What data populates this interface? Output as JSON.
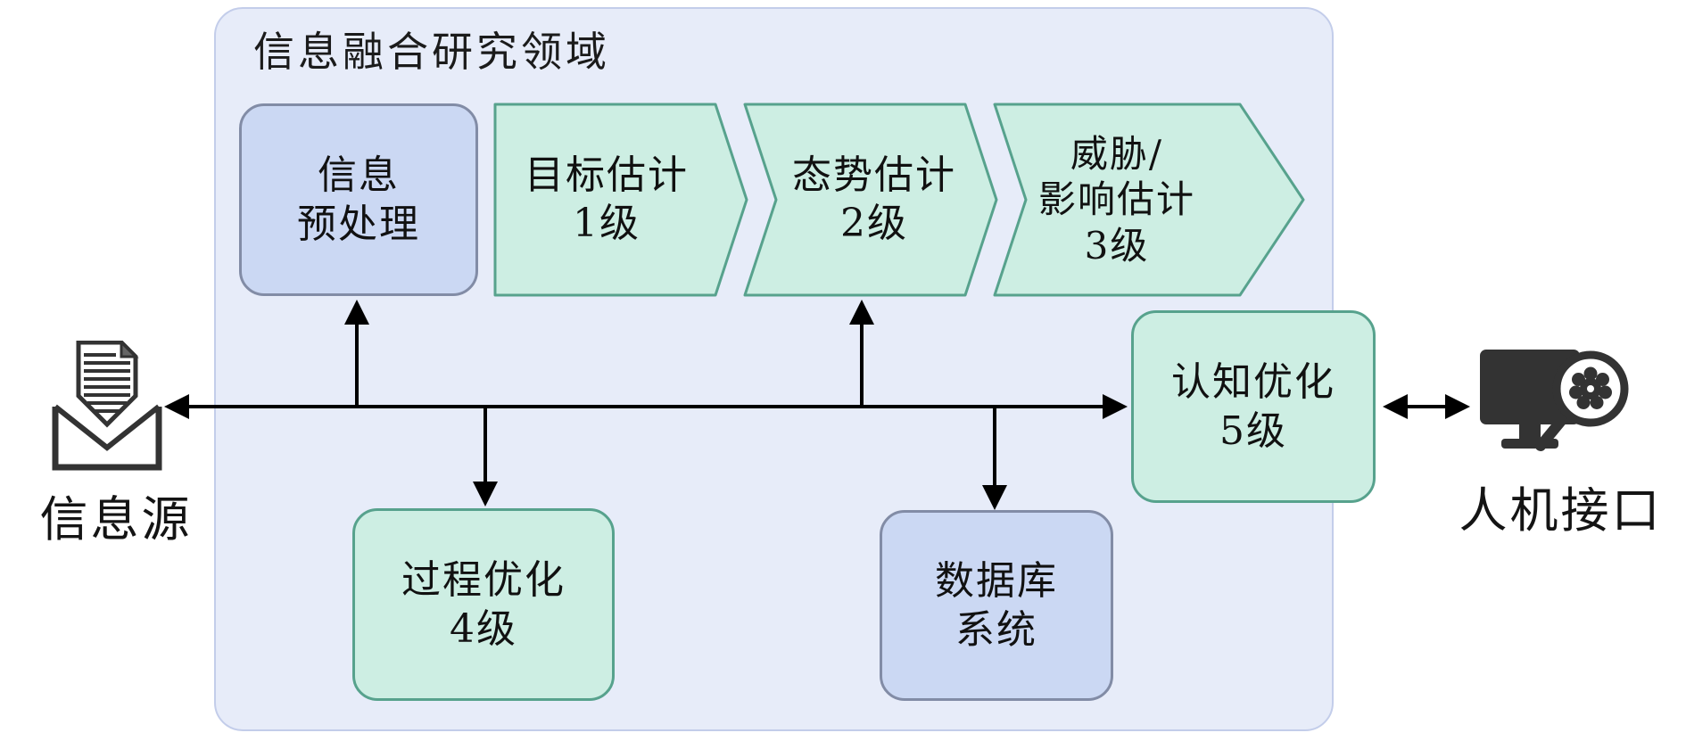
{
  "diagram": {
    "title": "信息融合研究领域",
    "nodes": {
      "preprocess": {
        "lines": [
          "信息",
          "预处理"
        ]
      },
      "level1": {
        "lines": [
          "目标估计",
          "1级"
        ]
      },
      "level2": {
        "lines": [
          "态势估计",
          "2级"
        ]
      },
      "level3": {
        "lines": [
          "威胁/",
          "影响估计",
          "3级"
        ]
      },
      "level4": {
        "lines": [
          "过程优化",
          "4级"
        ]
      },
      "level5": {
        "lines": [
          "认知优化",
          "5级"
        ]
      },
      "database": {
        "lines": [
          "数据库",
          "系统"
        ]
      }
    },
    "external": {
      "source_label": "信息源",
      "hmi_label": "人机接口"
    },
    "icons": {
      "source": "document-into-envelope-icon",
      "hmi": "monitor-with-magnifier-gear-icon"
    },
    "colors": {
      "container_fill": "#e7ecf9",
      "container_border": "#c3cdea",
      "blue_node_fill": "#cbd8f3",
      "blue_node_border": "#828ca6",
      "green_node_fill": "#cdeee3",
      "green_node_border": "#57a28d",
      "arrow": "#000000",
      "icon": "#333333"
    }
  }
}
